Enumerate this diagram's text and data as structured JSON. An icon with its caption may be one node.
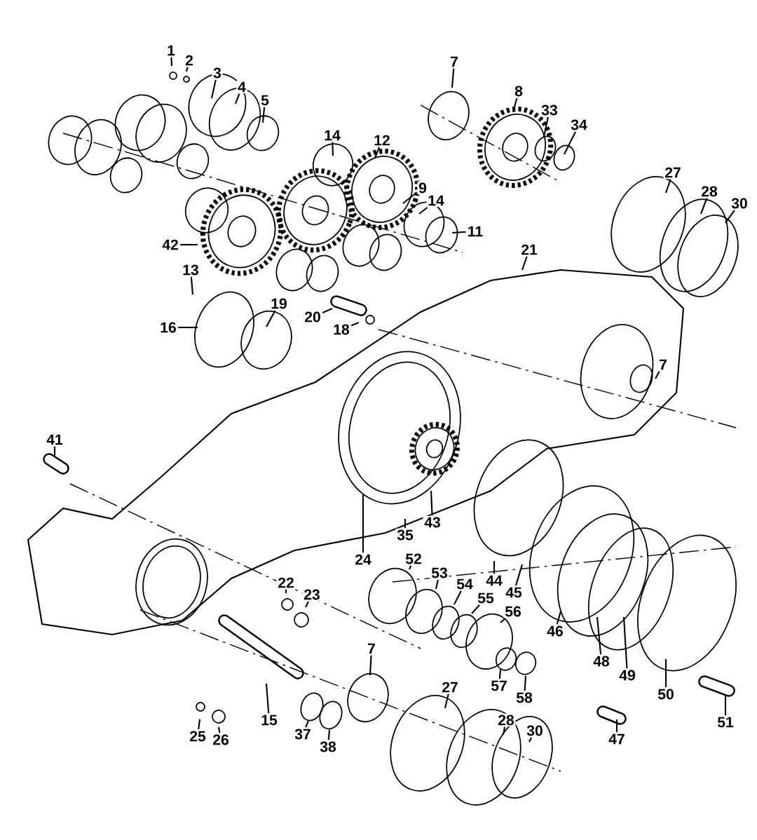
{
  "diagram": {
    "nodes": [
      {
        "text": [
          "1"
        ]
      },
      {
        "text": [
          "2"
        ]
      },
      {
        "text": [
          "3"
        ]
      },
      {
        "text": [
          "4"
        ]
      },
      {
        "text": [
          "5"
        ]
      },
      {
        "text": [
          "7"
        ]
      },
      {
        "text": [
          "8"
        ]
      },
      {
        "text": [
          "33"
        ]
      },
      {
        "text": [
          "34"
        ]
      },
      {
        "text": [
          "14"
        ]
      },
      {
        "text": [
          "12"
        ]
      },
      {
        "text": [
          "9"
        ]
      },
      {
        "text": [
          "14"
        ]
      },
      {
        "text": [
          "11"
        ]
      },
      {
        "text": [
          "42"
        ]
      },
      {
        "text": [
          "21"
        ]
      },
      {
        "text": [
          "27"
        ]
      },
      {
        "text": [
          "28"
        ]
      },
      {
        "text": [
          "30"
        ]
      },
      {
        "text": [
          "13"
        ]
      },
      {
        "text": [
          "19"
        ]
      },
      {
        "text": [
          "16"
        ]
      },
      {
        "text": [
          "20"
        ]
      },
      {
        "text": [
          "18"
        ]
      },
      {
        "text": [
          "7"
        ]
      },
      {
        "text": [
          "41"
        ]
      },
      {
        "text": [
          "24"
        ]
      },
      {
        "text": [
          "35"
        ]
      },
      {
        "text": [
          "43"
        ]
      },
      {
        "text": [
          "44"
        ]
      },
      {
        "text": [
          "45"
        ]
      },
      {
        "text": [
          "52"
        ]
      },
      {
        "text": [
          "53"
        ]
      },
      {
        "text": [
          "54"
        ]
      },
      {
        "text": [
          "55"
        ]
      },
      {
        "text": [
          "56"
        ]
      },
      {
        "text": [
          "57"
        ]
      },
      {
        "text": [
          "58"
        ]
      },
      {
        "text": [
          "46"
        ]
      },
      {
        "text": [
          "48"
        ]
      },
      {
        "text": [
          "49"
        ]
      },
      {
        "text": [
          "50"
        ]
      },
      {
        "text": [
          "51"
        ]
      },
      {
        "text": [
          "47"
        ]
      },
      {
        "text": [
          "22"
        ]
      },
      {
        "text": [
          "23"
        ]
      },
      {
        "text": [
          "25"
        ]
      },
      {
        "text": [
          "26"
        ]
      },
      {
        "text": [
          "15"
        ]
      },
      {
        "text": [
          "37"
        ]
      },
      {
        "text": [
          "38"
        ]
      },
      {
        "text": [
          "7"
        ]
      },
      {
        "text": [
          "27"
        ]
      },
      {
        "text": [
          "28"
        ]
      },
      {
        "text": [
          "30"
        ]
      }
    ],
    "edges": [
      {
        "from": 0,
        "to": null,
        "arrow": "none"
      },
      {
        "from": 1,
        "to": null,
        "arrow": "none"
      },
      {
        "from": 2,
        "to": null,
        "arrow": "none"
      },
      {
        "from": 3,
        "to": null,
        "arrow": "none"
      },
      {
        "from": 4,
        "to": null,
        "arrow": "none"
      },
      {
        "from": 5,
        "to": null,
        "arrow": "none"
      },
      {
        "from": 6,
        "to": null,
        "arrow": "none"
      },
      {
        "from": 7,
        "to": null,
        "arrow": "none"
      },
      {
        "from": 8,
        "to": null,
        "arrow": "none"
      },
      {
        "from": 9,
        "to": null,
        "arrow": "none"
      },
      {
        "from": 10,
        "to": null,
        "arrow": "none"
      },
      {
        "from": 11,
        "to": null,
        "arrow": "none"
      },
      {
        "from": 12,
        "to": null,
        "arrow": "none"
      },
      {
        "from": 13,
        "to": null,
        "arrow": "none"
      },
      {
        "from": 14,
        "to": null,
        "arrow": "none"
      },
      {
        "from": 15,
        "to": null,
        "arrow": "none"
      },
      {
        "from": 16,
        "to": null,
        "arrow": "none"
      },
      {
        "from": 17,
        "to": null,
        "arrow": "none"
      },
      {
        "from": 18,
        "to": null,
        "arrow": "none"
      },
      {
        "from": 19,
        "to": null,
        "arrow": "none"
      },
      {
        "from": 20,
        "to": null,
        "arrow": "none"
      },
      {
        "from": 21,
        "to": null,
        "arrow": "none"
      },
      {
        "from": 22,
        "to": null,
        "arrow": "none"
      },
      {
        "from": 23,
        "to": null,
        "arrow": "none"
      },
      {
        "from": 24,
        "to": null,
        "arrow": "none"
      },
      {
        "from": 25,
        "to": null,
        "arrow": "none"
      },
      {
        "from": 26,
        "to": null,
        "arrow": "none"
      },
      {
        "from": 27,
        "to": null,
        "arrow": "none"
      },
      {
        "from": 28,
        "to": null,
        "arrow": "none"
      },
      {
        "from": 29,
        "to": null,
        "arrow": "none"
      },
      {
        "from": 30,
        "to": null,
        "arrow": "none"
      },
      {
        "from": 31,
        "to": null,
        "arrow": "none"
      },
      {
        "from": 32,
        "to": null,
        "arrow": "none"
      },
      {
        "from": 33,
        "to": null,
        "arrow": "none"
      },
      {
        "from": 34,
        "to": null,
        "arrow": "none"
      },
      {
        "from": 35,
        "to": null,
        "arrow": "none"
      },
      {
        "from": 36,
        "to": null,
        "arrow": "none"
      },
      {
        "from": 37,
        "to": null,
        "arrow": "none"
      },
      {
        "from": 38,
        "to": null,
        "arrow": "none"
      },
      {
        "from": 39,
        "to": null,
        "arrow": "none"
      },
      {
        "from": 40,
        "to": null,
        "arrow": "none"
      },
      {
        "from": 41,
        "to": null,
        "arrow": "none"
      },
      {
        "from": 42,
        "to": null,
        "arrow": "none"
      },
      {
        "from": 43,
        "to": null,
        "arrow": "none"
      },
      {
        "from": 44,
        "to": null,
        "arrow": "none"
      },
      {
        "from": 45,
        "to": null,
        "arrow": "none"
      },
      {
        "from": 46,
        "to": null,
        "arrow": "none"
      },
      {
        "from": 47,
        "to": null,
        "arrow": "none"
      },
      {
        "from": 48,
        "to": null,
        "arrow": "none"
      },
      {
        "from": 49,
        "to": null,
        "arrow": "none"
      },
      {
        "from": 50,
        "to": null,
        "arrow": "none"
      },
      {
        "from": 51,
        "to": null,
        "arrow": "none"
      },
      {
        "from": 52,
        "to": null,
        "arrow": "none"
      },
      {
        "from": 53,
        "to": null,
        "arrow": "none"
      },
      {
        "from": 54,
        "to": null,
        "arrow": "none"
      }
    ]
  }
}
